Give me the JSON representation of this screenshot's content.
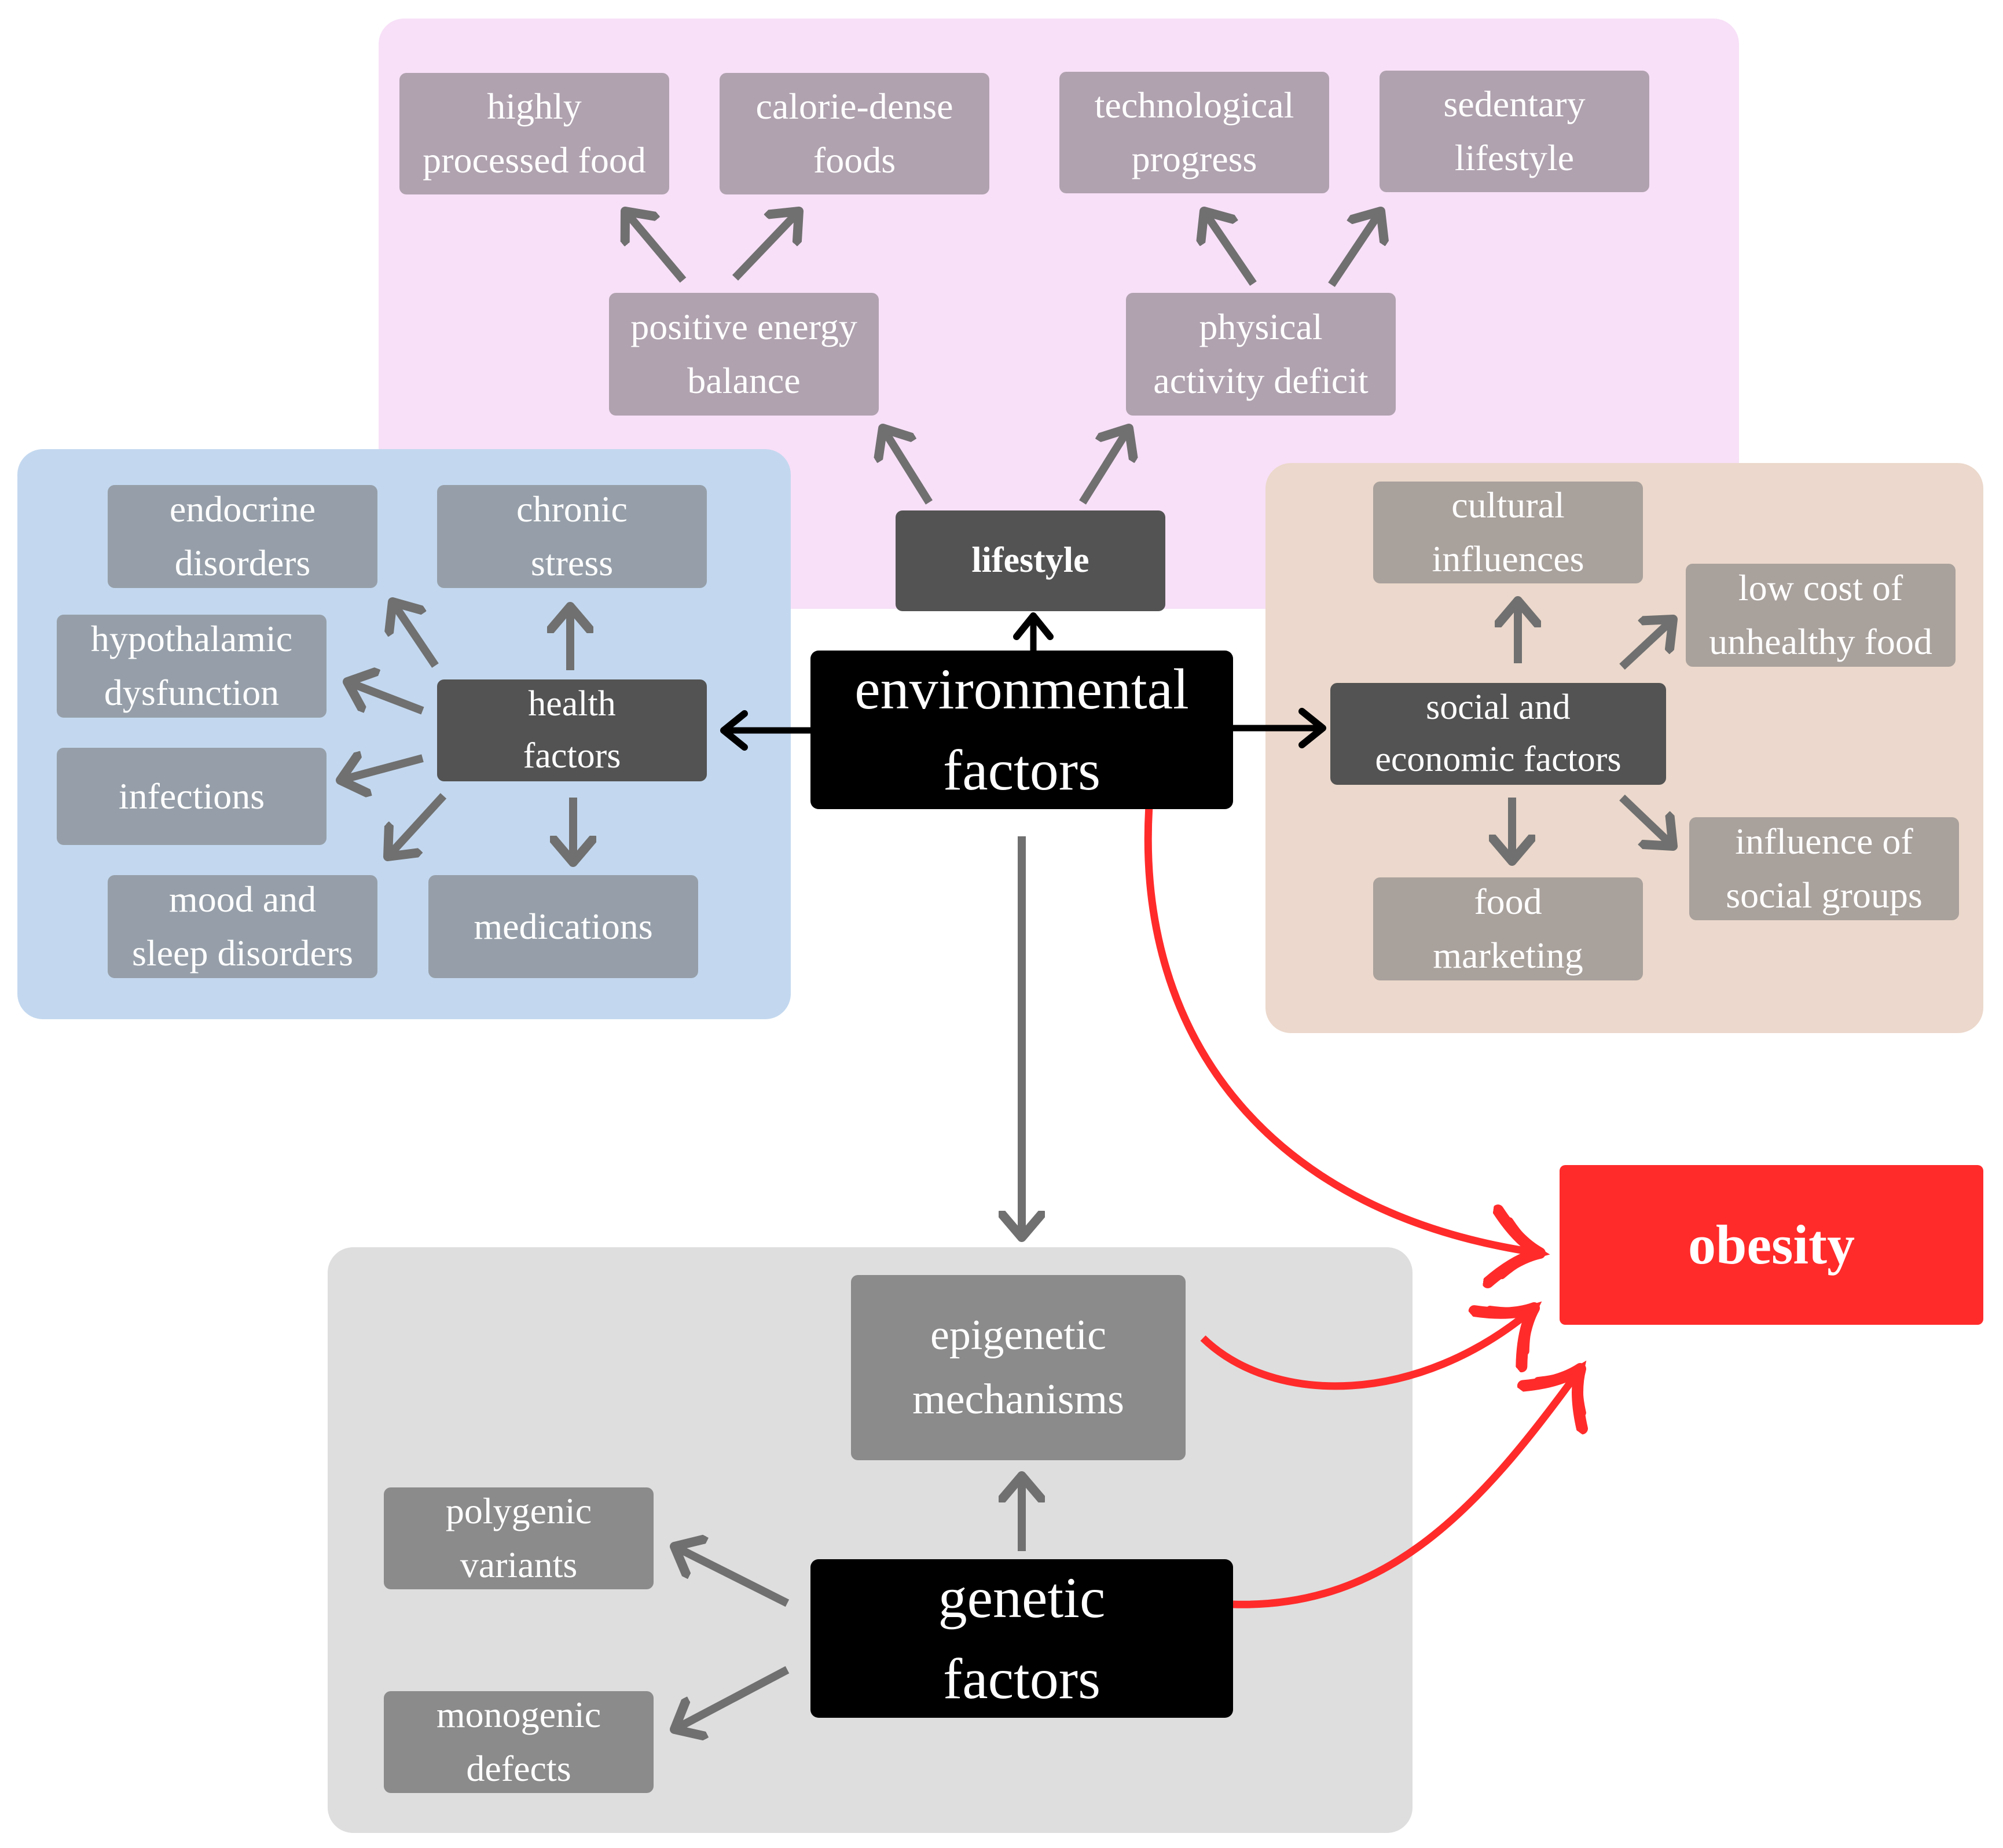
{
  "colors": {
    "lifestyle_region": "#f8e0f8",
    "health_region": "#c3d8ef",
    "social_region": "#ecd8cc",
    "genetic_region": "#dedede",
    "lifestyle_boxes": "#b0a2af",
    "health_boxes": "#969fa9",
    "social_boxes": "#a9a19c",
    "genetic_boxes": "#8b8b8b",
    "dark_box": "#535353",
    "main_box": "#000000",
    "obesity": "#ff2b2b",
    "gray_arrow": "#707070",
    "black_arrow": "#000000",
    "red_arrow": "#ff2b2b"
  },
  "environmental_factors": "environmental\nfactors",
  "genetic_factors": "genetic\nfactors",
  "obesity": "obesity",
  "lifestyle": {
    "label": "lifestyle",
    "positive_energy_balance": "positive energy\nbalance",
    "physical_activity_deficit": "physical\nactivity deficit",
    "highly_processed_food": "highly\nprocessed food",
    "calorie_dense_foods": "calorie-dense\nfoods",
    "technological_progress": "technological\nprogress",
    "sedentary_lifestyle": "sedentary\nlifestyle"
  },
  "health": {
    "label": "health\nfactors",
    "endocrine_disorders": "endocrine\ndisorders",
    "chronic_stress": "chronic\nstress",
    "hypothalamic_dysfunction": "hypothalamic\ndysfunction",
    "infections": "infections",
    "mood_sleep_disorders": "mood and\nsleep disorders",
    "medications": "medications"
  },
  "social": {
    "label": "social and\neconomic factors",
    "cultural_influences": "cultural\ninfluences",
    "low_cost_unhealthy_food": "low cost of\nunhealthy food",
    "influence_social_groups": "influence of\nsocial groups",
    "food_marketing": "food\nmarketing"
  },
  "genetic": {
    "epigenetic_mechanisms": "epigenetic\nmechanisms",
    "polygenic_variants": "polygenic\nvariants",
    "monogenic_defects": "monogenic\ndefects"
  }
}
